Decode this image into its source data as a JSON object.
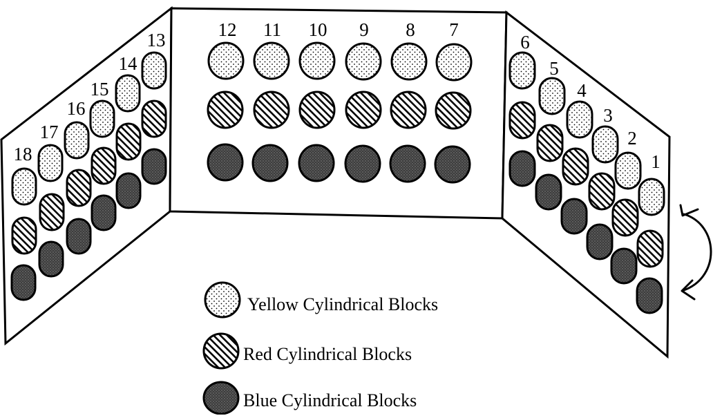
{
  "legend": {
    "yellow": "Yellow Cylindrical Blocks",
    "red": "Red Cylindrical Blocks",
    "blue": "Blue Cylindrical Blocks"
  },
  "block_types": [
    "yellow",
    "red",
    "blue"
  ],
  "center_panel": {
    "position_numbers": [
      "12",
      "11",
      "10",
      "9",
      "8",
      "7"
    ]
  },
  "left_panel": {
    "position_numbers": [
      "18",
      "17",
      "16",
      "15",
      "14",
      "13"
    ]
  },
  "right_panel": {
    "position_numbers": [
      "6",
      "5",
      "4",
      "3",
      "2",
      "1"
    ]
  },
  "colors": {
    "ink": "#000000",
    "background": "#ffffff",
    "blue_fill": "#3d3d3d"
  },
  "icons": [
    "rotation-arrow-icon"
  ]
}
